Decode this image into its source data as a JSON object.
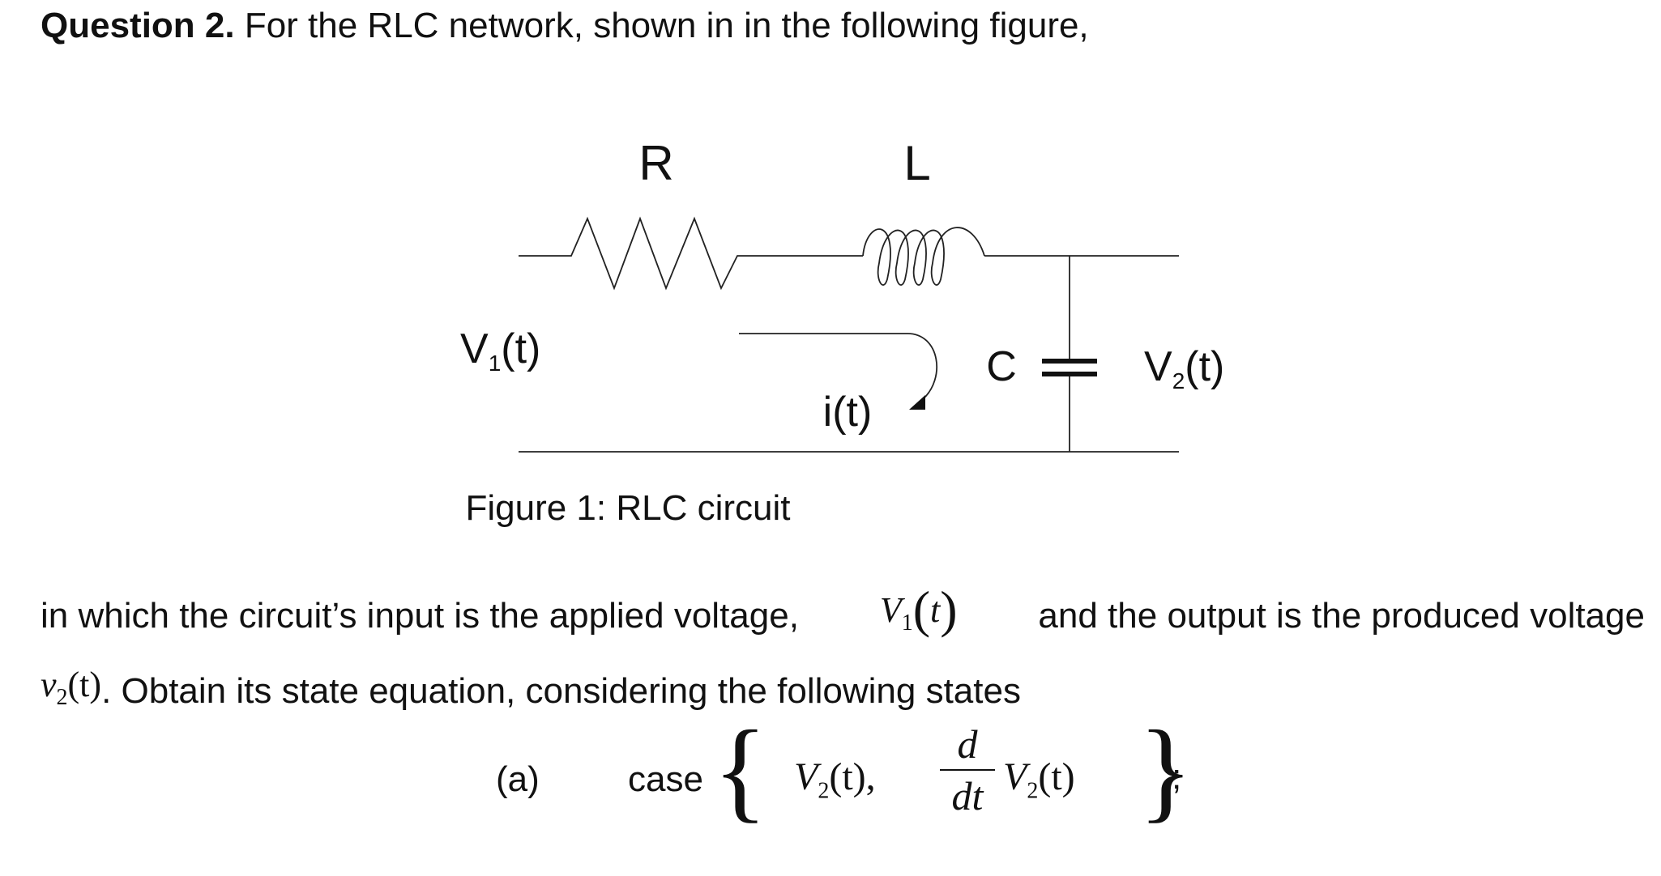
{
  "question": {
    "label": "Question 2.",
    "text": " For the RLC network, shown in in the following figure,"
  },
  "figure": {
    "labels": {
      "R": "R",
      "L": "L",
      "C": "C",
      "v1": "V",
      "v1_sub": "1",
      "v1_arg": "(t)",
      "v2": "V",
      "v2_sub": "2",
      "v2_arg": "(t)",
      "current": "i(t)"
    },
    "caption": "Figure 1: RLC circuit"
  },
  "paragraph": {
    "line1_before": "in which the circuit’s input is the applied voltage,",
    "line1_math_var": "V",
    "line1_math_sub": "1",
    "line1_math_arg": "t",
    "line1_after": "and the output is the produced voltage",
    "line2_math_var": "v",
    "line2_math_sub": "2",
    "line2_math_arg": "(t)",
    "line2_after": ". Obtain its state equation, considering the following states"
  },
  "part_a": {
    "label": "(a)",
    "case_word": "case",
    "open_brace": "{",
    "state1_var": "V",
    "state1_sub": "2",
    "state1_arg": "(t),",
    "deriv_num": "d",
    "deriv_den": "dt",
    "state2_var": "V",
    "state2_sub": "2",
    "state2_arg": "(t)",
    "close_brace": "}",
    "terminator": ";"
  }
}
